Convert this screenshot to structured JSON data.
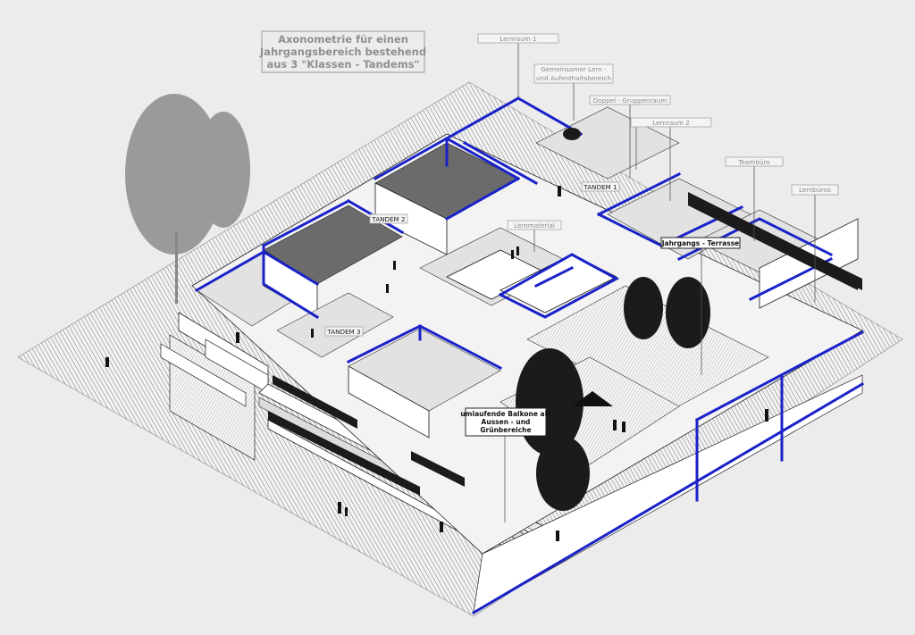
{
  "title": {
    "lines": [
      "Axonometrie für einen",
      "Jahrgangsbereich bestehend",
      "aus 3 \"Klassen - Tandems\""
    ]
  },
  "labels": {
    "lernraum1": "Lernraum 1",
    "gemeinsamer_line1": "Gemeinsamer Lern -",
    "gemeinsamer_line2": "und Aufenthaltsbereich",
    "doppel": "Doppel - Gruppenraum",
    "lernraum2": "Lernraum 2",
    "teambuero": "Teambüro",
    "lernbueros": "Lernbüros",
    "tandem1": "TANDEM 1",
    "tandem2": "TANDEM 2",
    "tandem3": "TANDEM 3",
    "lernmaterial": "Lernmaterial",
    "terrasse": "Jahrgangs - Terrasse",
    "balkone_line1": "umlaufende Balkone als",
    "balkone_line2": "Aussen - und",
    "balkone_line3": "Grünbereiche"
  },
  "colors": {
    "accent_blue": "#1a22c8",
    "background": "#ececec",
    "wall": "#ffffff",
    "ink": "#1a1a1a"
  }
}
